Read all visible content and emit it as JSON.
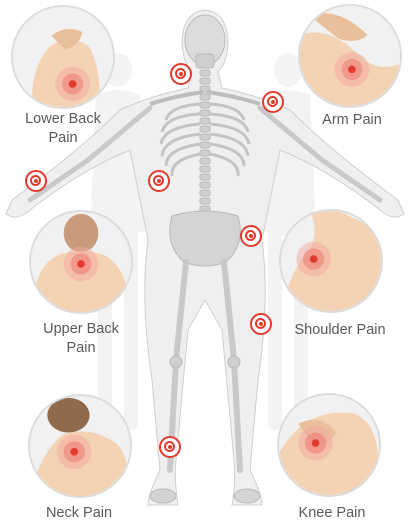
{
  "accent_color": "#e23b2e",
  "skin_color": "#f4d3b5",
  "bone_color": "#d9d9d9",
  "labels": {
    "lower_back": "Lower Back\nPain",
    "arm": "Arm Pain",
    "upper_back": "Upper Back\nPain",
    "shoulder": "Shoulder Pain",
    "neck": "Neck Pain",
    "knee": "Knee Pain"
  }
}
